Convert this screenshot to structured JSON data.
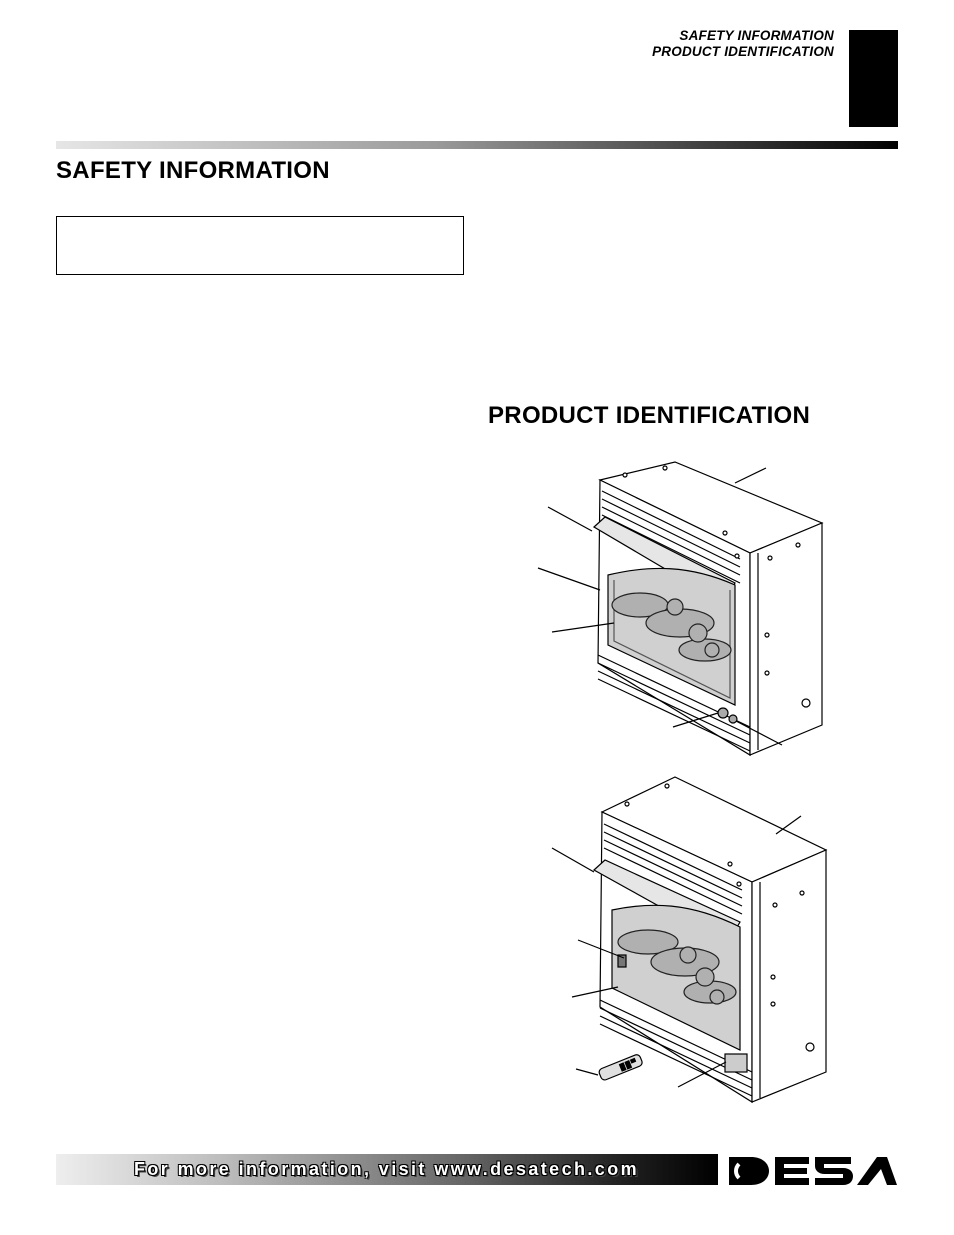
{
  "header": {
    "line1": "SAFETY INFORMATION",
    "line2": "PRODUCT IDENTIFICATION"
  },
  "sections": {
    "safety_title": "SAFETY INFORMATION",
    "product_title": "PRODUCT IDENTIFICATION"
  },
  "figures": {
    "top": {
      "name": "fireplace-illustration-manual"
    },
    "bottom": {
      "name": "fireplace-illustration-remote"
    }
  },
  "footer": {
    "text": "For more information, visit www.desatech.com",
    "logo": "DESA"
  }
}
